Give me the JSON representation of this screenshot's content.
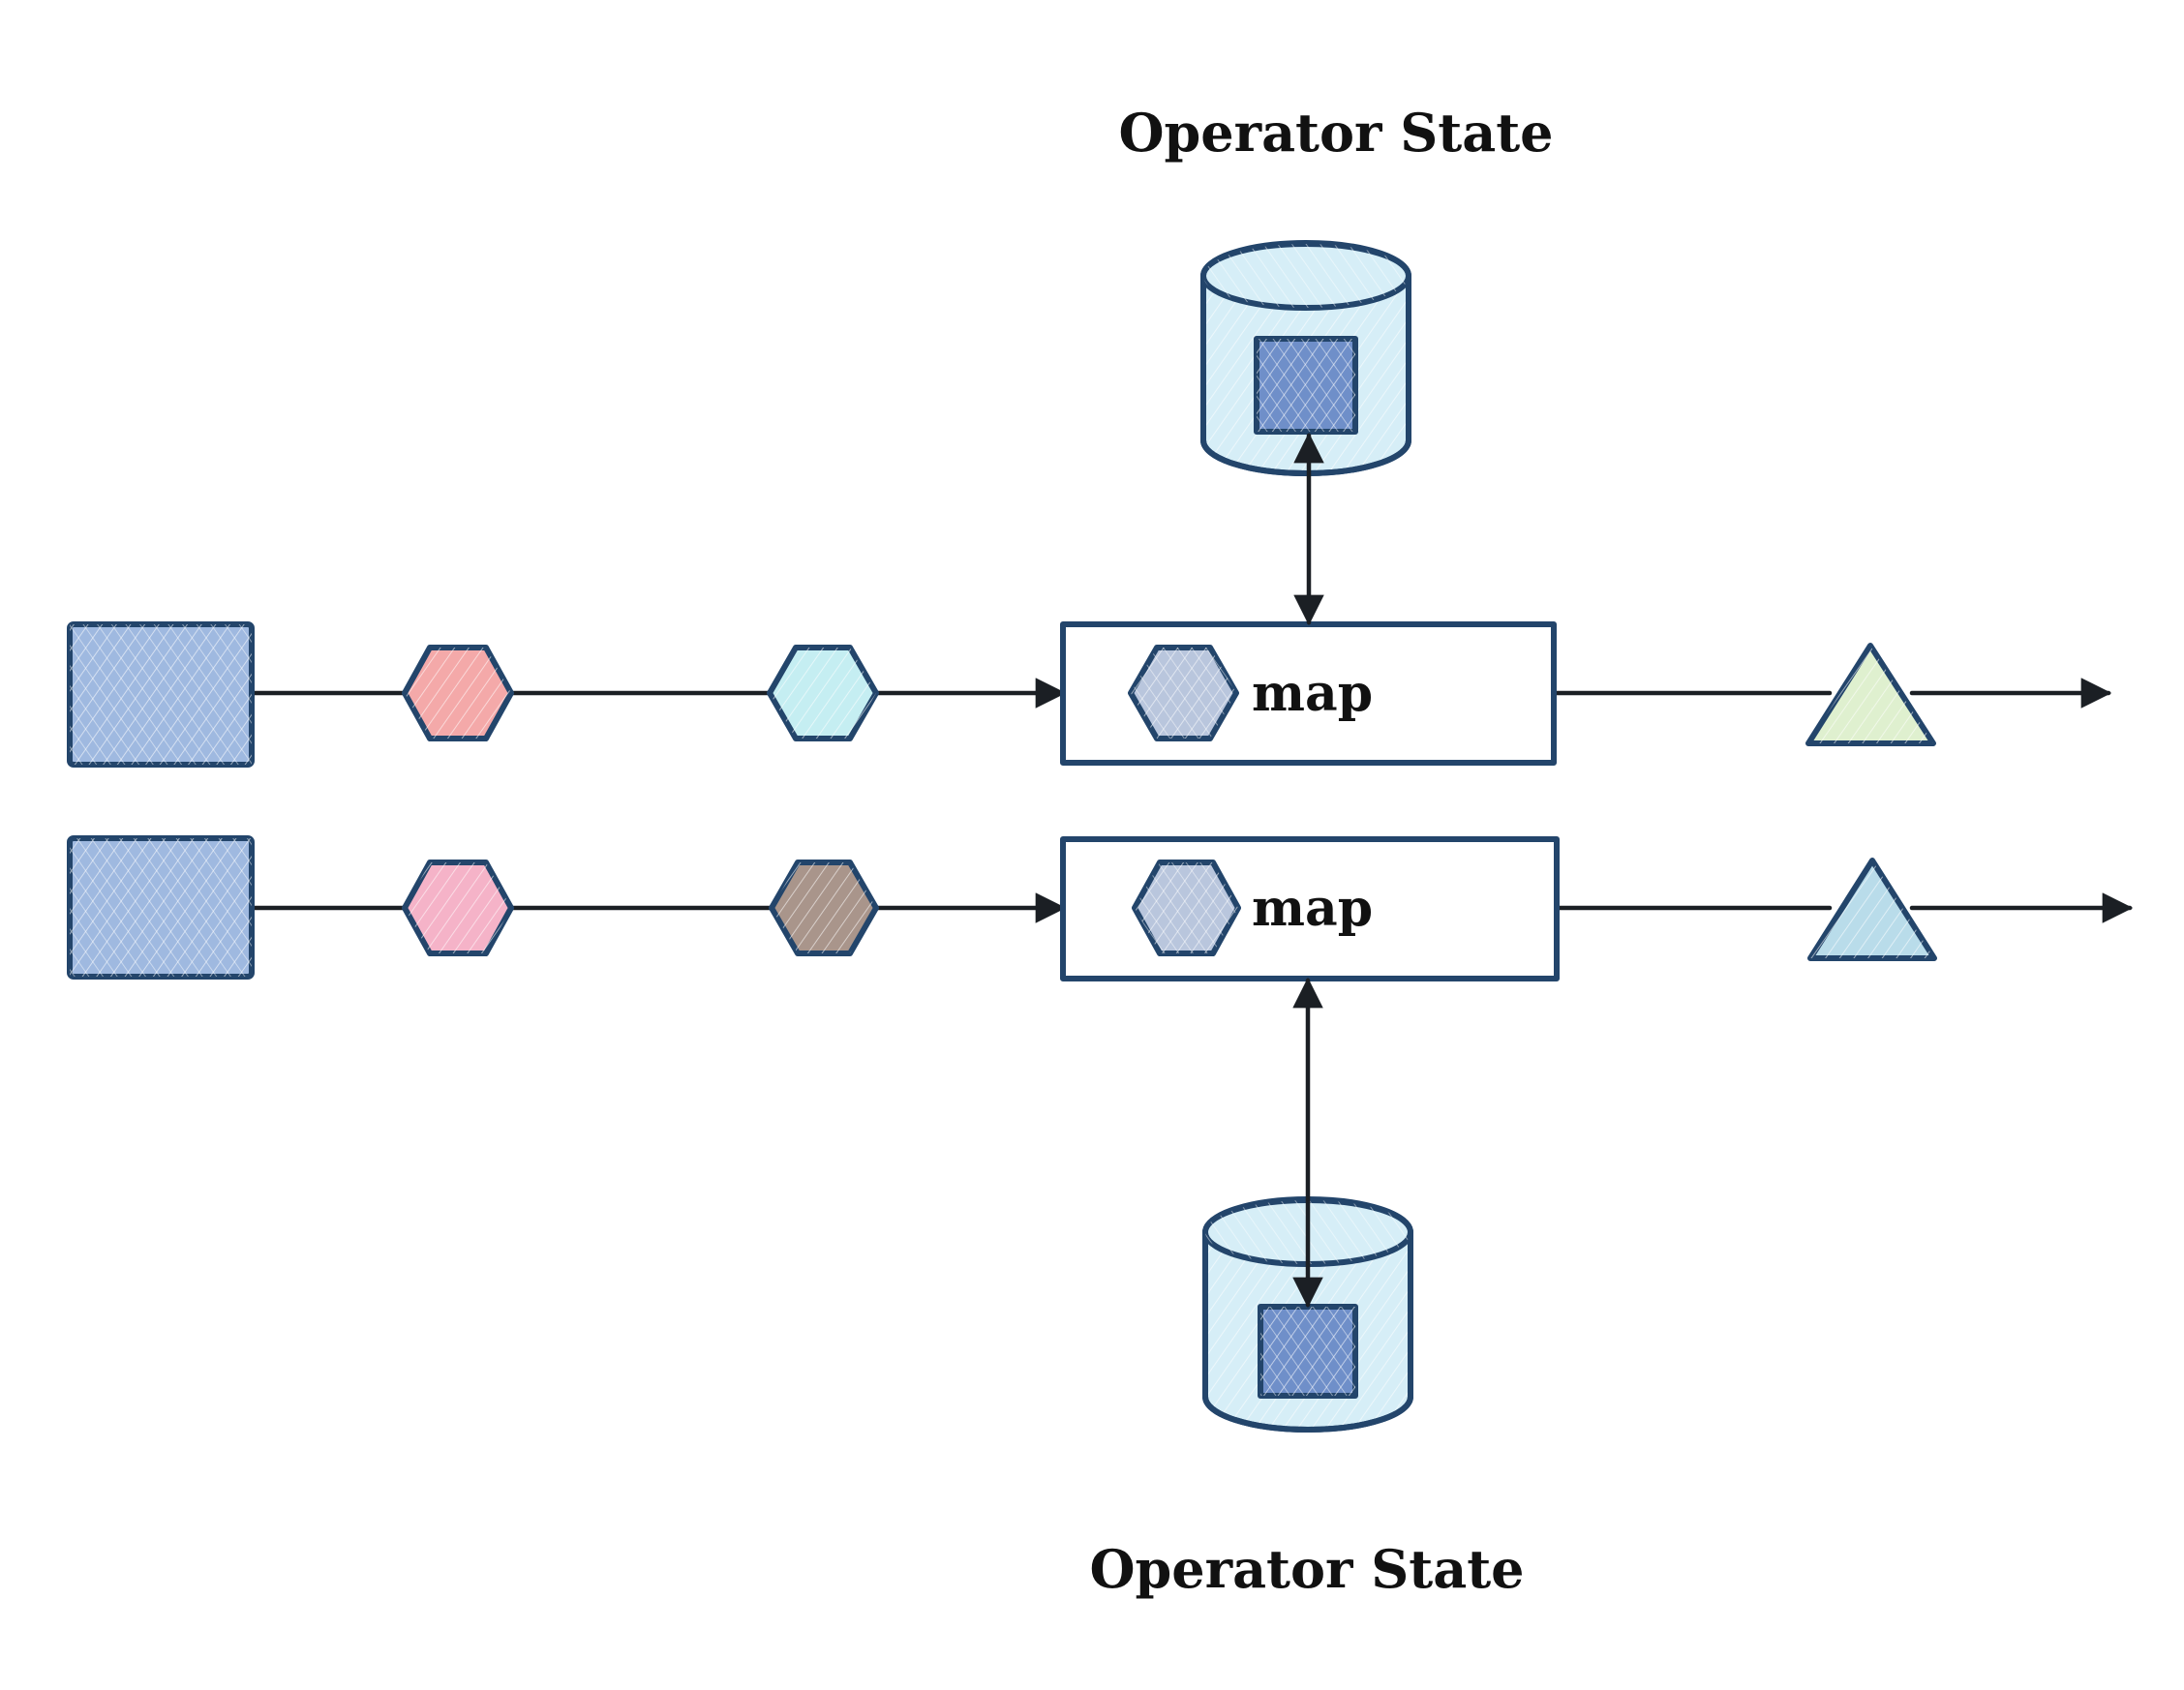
{
  "labels": {
    "state_top": "Operator State",
    "state_bottom": "Operator State",
    "operator_top": "map",
    "operator_bottom": "map"
  },
  "colors": {
    "outline": "#23456b",
    "edge": "#1b1f24",
    "source_fill": "#9fb9e0",
    "state_fill": "#d6eef7",
    "state_item_fill": "#6f8fc9",
    "operator_event_fill": "#b9c6dd",
    "row1_event1_fill": "#f4a9a9",
    "row1_event2_fill": "#c5eef2",
    "row1_output_fill": "#dff0cf",
    "row2_event1_fill": "#f5b3c8",
    "row2_event2_fill": "#a9958b",
    "row2_output_fill": "#b9dcea"
  }
}
